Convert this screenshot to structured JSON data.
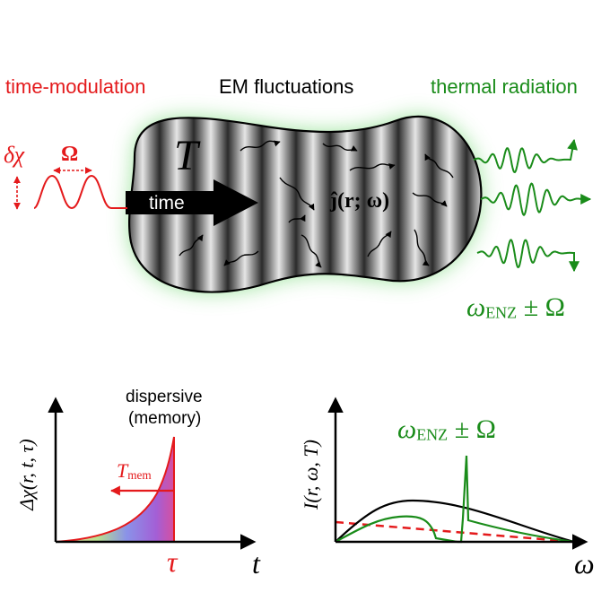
{
  "colors": {
    "modulation": "#e41a1c",
    "radiation": "#1a8c1a",
    "body_fill": "#2a2a2a",
    "glow": "#7de07d",
    "neutral": "#000000"
  },
  "top": {
    "label_modulation": "time-modulation",
    "label_fluctuations": "EM fluctuations",
    "label_radiation": "thermal radiation",
    "symbol_delta_chi": "δχ",
    "symbol_Omega": "Ω",
    "symbol_T": "T",
    "arrow_time_label": "time",
    "current_symbol": "ĵ(r; ω)",
    "emission_base": "ω",
    "emission_sub": "ENZ",
    "emission_suffix": " ± Ω"
  },
  "bottom_left": {
    "title_line1": "dispersive",
    "title_line2": "(memory)",
    "ylabel": "Δχ(r, t, τ)",
    "xlabel": "t",
    "marker_label": "τ",
    "tmem_base": "T",
    "tmem_sub": "mem"
  },
  "bottom_right": {
    "ylabel": "I(r, ω, T)",
    "xlabel": "ω",
    "peak_base": "ω",
    "peak_sub": "ENZ",
    "peak_suffix": " ± Ω"
  }
}
